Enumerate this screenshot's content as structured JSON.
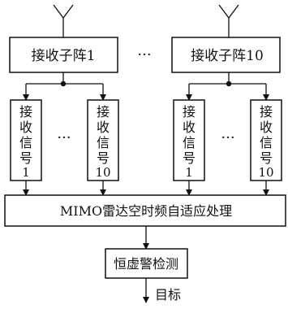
{
  "subarray_left": "接收子阵1",
  "subarray_right": "接收子阵10",
  "ellipsis": "···",
  "signals": [
    {
      "chars": [
        "接",
        "收",
        "信",
        "号"
      ],
      "num": "1"
    },
    {
      "chars": [
        "接",
        "收",
        "信",
        "号"
      ],
      "num": "10"
    },
    {
      "chars": [
        "接",
        "收",
        "信",
        "号"
      ],
      "num": "1"
    },
    {
      "chars": [
        "接",
        "收",
        "信",
        "号"
      ],
      "num": "10"
    }
  ],
  "processing": "MIMO雷达空时频自适应处理",
  "cfar": "恒虚警检测",
  "output": "目标"
}
